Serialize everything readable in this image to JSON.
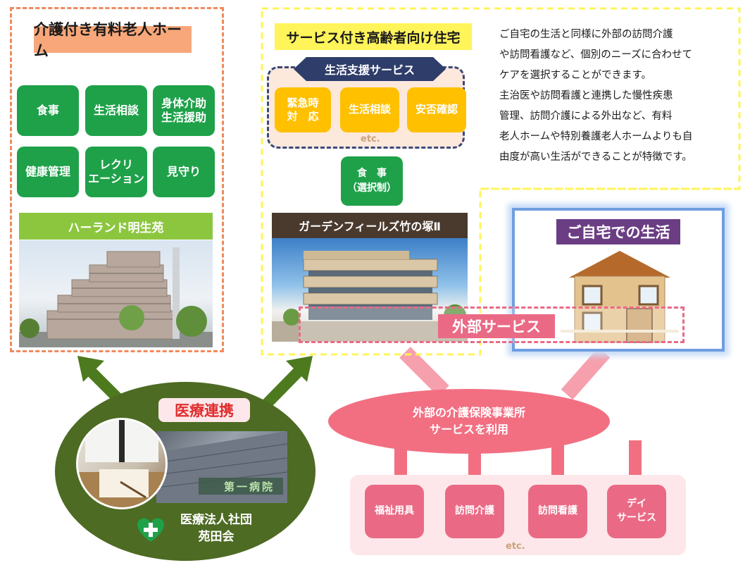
{
  "left_facility": {
    "title": "介護付き有料老人ホーム",
    "services": [
      "食事",
      "生活相談",
      "身体介助\n生活援助",
      "健康管理",
      "レクリ\nエーション",
      "見守り"
    ],
    "facility_name": "ハーランド明生苑"
  },
  "mid_facility": {
    "title": "サービス付き高齢者向け住宅",
    "support_title": "生活支援サービス",
    "support_services": [
      "緊急時\n対　応",
      "生活相談",
      "安否確認"
    ],
    "etc": "etc.",
    "meal": "食　事\n（選択制）",
    "facility_name": "ガーデンフィールズ竹の塚Ⅱ"
  },
  "description": [
    "ご自宅の生活と同様に外部の訪問介護",
    "や訪問看護など、個別のニーズに合わせて",
    "ケアを選択することができます。",
    "主治医や訪問看護と連携した慢性疾患",
    "管理、訪問介護による外出など、有料",
    "老人ホームや特別養護老人ホームよりも自",
    "由度が高い生活ができることが特徴です。"
  ],
  "home": {
    "title": "ご自宅での生活"
  },
  "external": {
    "label": "外部サービス",
    "provider": "外部の介護保険事業所\nサービスを利用",
    "services": [
      "福祉用具",
      "訪問介護",
      "訪問看護",
      "デイ\nサービス"
    ],
    "etc": "etc."
  },
  "medical": {
    "title": "医療連携",
    "org": "医療法人社団\n苑田会",
    "hospital_sign": "第一病院"
  },
  "colors": {
    "green": "#1fa14a",
    "yellow": "#ffc000",
    "pink": "#ea6a86",
    "dark_green": "#4d6b23",
    "navy": "#3a4a7a",
    "purple": "#6b3e84"
  }
}
